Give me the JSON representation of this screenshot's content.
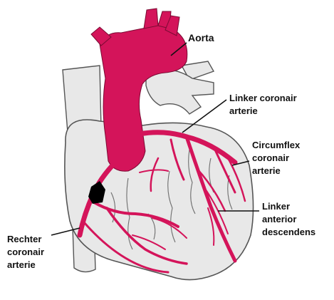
{
  "labels": {
    "aorta": [
      "Aorta"
    ],
    "left_coronary": [
      "Linker coronair",
      "arterie"
    ],
    "circumflex": [
      "Circumflex",
      "coronair",
      "arterie"
    ],
    "lad": [
      "Linker",
      "anterior",
      "descendens"
    ],
    "right_coronary": [
      "Rechter",
      "coronair",
      "arterie"
    ]
  },
  "colors": {
    "artery": "#d4145a",
    "heart_fill": "#e8e8e8",
    "heart_outline": "#555555",
    "vein_line": "#6e6e6e",
    "black_occlusion": "#000000",
    "label_text": "#111111",
    "leader_line": "#111111"
  }
}
